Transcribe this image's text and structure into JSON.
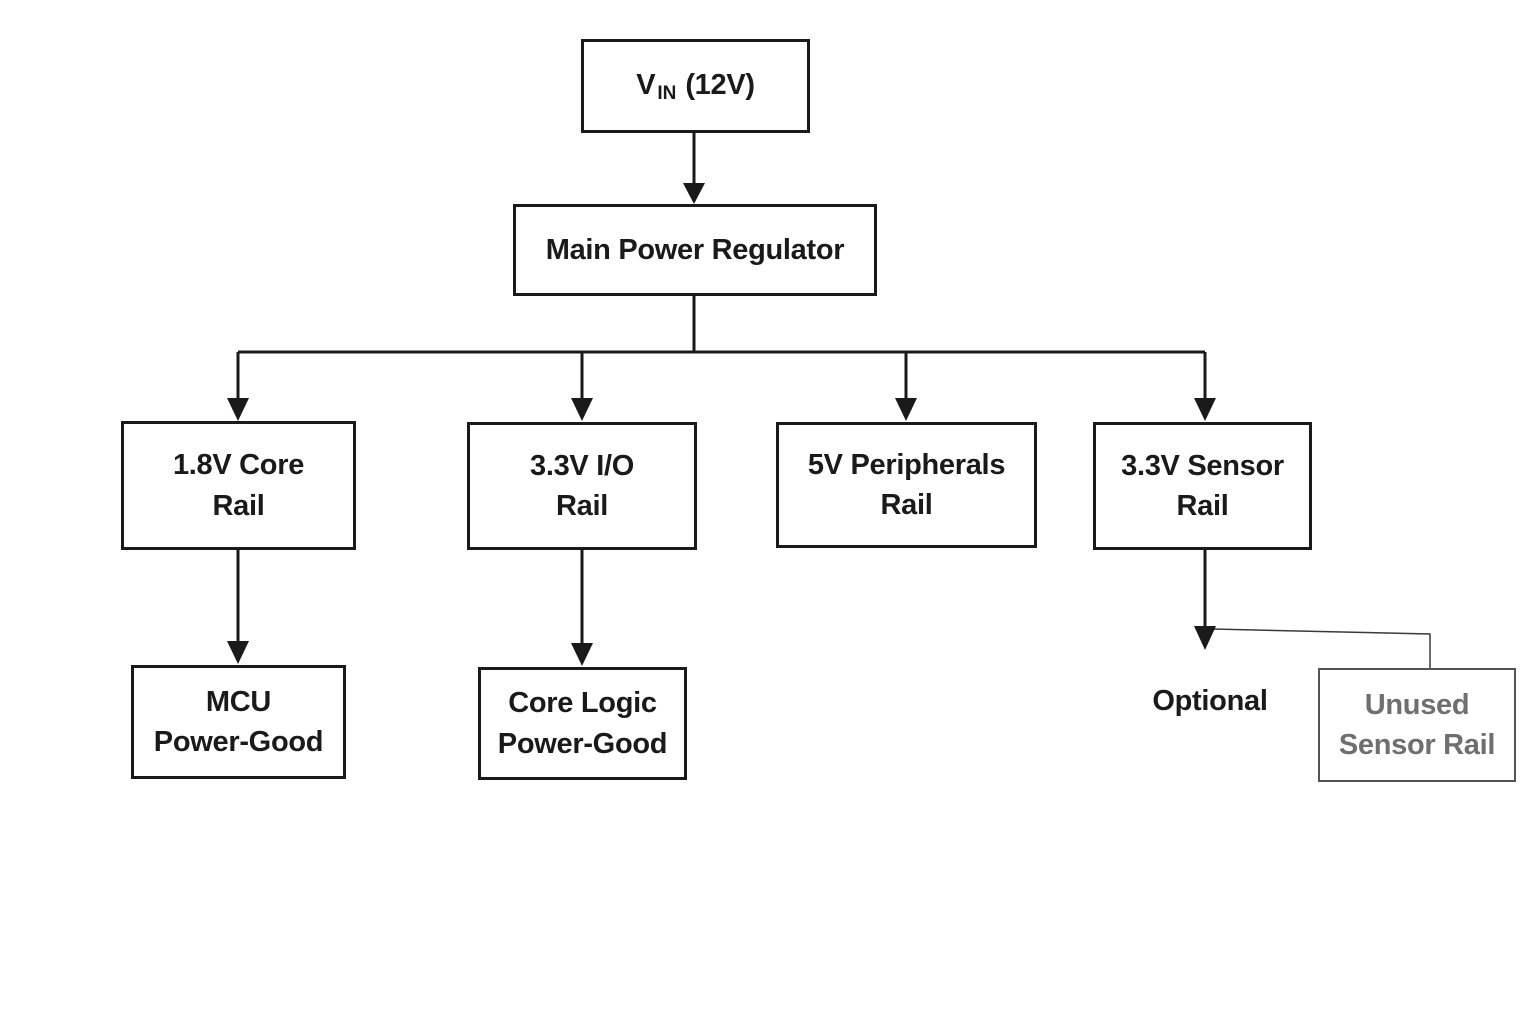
{
  "colors": {
    "background": "#ffffff",
    "line": "#1a1a1a",
    "muted_border": "#555555",
    "muted_text": "#6f6f6f"
  },
  "diagram": {
    "nodes": {
      "vin": {
        "prefix": "V",
        "subscript": "IN",
        "suffix": "(12V)"
      },
      "regulator": {
        "label": "Main Power Regulator"
      },
      "rail_core": {
        "label": "1.8V Core\nRail"
      },
      "rail_io": {
        "label": "3.3V I/O\nRail"
      },
      "rail_periph": {
        "label": "5V Peripherals\nRail"
      },
      "rail_sensor": {
        "label": "3.3V Sensor\nRail"
      },
      "mcu_pg": {
        "label": "MCU\nPower-Good"
      },
      "core_pg": {
        "label": "Core Logic\nPower-Good"
      },
      "optional": {
        "label": "Optional"
      },
      "unused": {
        "label": "Unused\nSensor Rail"
      }
    }
  }
}
